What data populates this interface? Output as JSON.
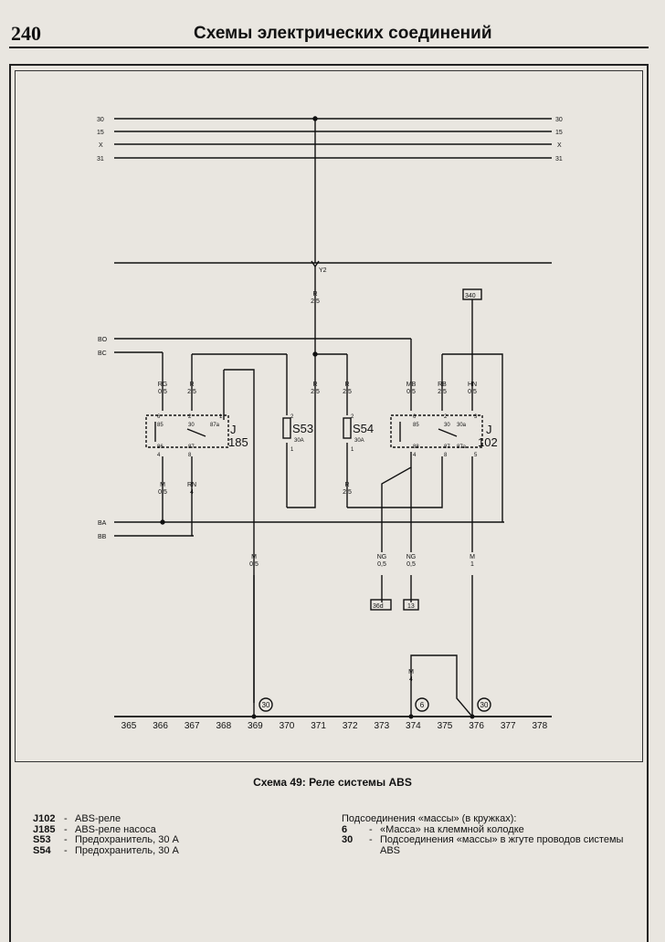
{
  "header": {
    "page_number": "240",
    "title": "Схемы электрических соединений"
  },
  "diagram": {
    "rails": [
      {
        "left": "30",
        "right": "30"
      },
      {
        "left": "15",
        "right": "15"
      },
      {
        "left": "X",
        "right": "X"
      },
      {
        "left": "31",
        "right": "31"
      }
    ],
    "left_labels": [
      "BO",
      "BC",
      "BA",
      "BB"
    ],
    "junction_label": "Y2",
    "ref_boxes": [
      "340",
      "36d",
      "13"
    ],
    "wires": [
      {
        "c": "R",
        "s": "2,5"
      },
      {
        "c": "RG",
        "s": "0,5"
      },
      {
        "c": "R",
        "s": "2,5"
      },
      {
        "c": "R",
        "s": "2,5"
      },
      {
        "c": "R",
        "s": "2,5"
      },
      {
        "c": "MB",
        "s": "0,5"
      },
      {
        "c": "RB",
        "s": "2,5"
      },
      {
        "c": "HN",
        "s": "0,5"
      },
      {
        "c": "M",
        "s": "0,5"
      },
      {
        "c": "RN",
        "s": "4"
      },
      {
        "c": "R",
        "s": "2,5"
      },
      {
        "c": "M",
        "s": "0,5"
      },
      {
        "c": "NG",
        "s": "0,5"
      },
      {
        "c": "NG",
        "s": "0,5"
      },
      {
        "c": "M",
        "s": "1"
      },
      {
        "c": "M",
        "s": "4"
      }
    ],
    "pins": [
      "6",
      "85",
      "86",
      "4",
      "2",
      "30",
      "87",
      "8",
      "1",
      "87a",
      "2",
      "1",
      "2",
      "1",
      "6",
      "85",
      "88",
      "4",
      "2",
      "30",
      "30a",
      "87",
      "87a",
      "8",
      "3",
      "5"
    ],
    "relay_j185": {
      "letter": "J",
      "number": "185"
    },
    "relay_j102": {
      "letter": "J",
      "number": "102"
    },
    "fuse_s53": {
      "name": "S53",
      "rating": "30A"
    },
    "fuse_s54": {
      "name": "S54",
      "rating": "30A"
    },
    "ground_markers": [
      "30",
      "6",
      "30"
    ],
    "numbers": [
      "365",
      "366",
      "367",
      "368",
      "369",
      "370",
      "371",
      "372",
      "373",
      "374",
      "375",
      "376",
      "377",
      "378"
    ]
  },
  "caption": "Схема 49: Реле системы ABS",
  "legend_left": [
    {
      "code": "J102",
      "dash": "-",
      "text": "ABS-реле"
    },
    {
      "code": "J185",
      "dash": "-",
      "text": "ABS-реле насоса"
    },
    {
      "code": "S53",
      "dash": "-",
      "text": "Предохранитель, 30 А"
    },
    {
      "code": "S54",
      "dash": "-",
      "text": "Предохранитель, 30 А"
    }
  ],
  "legend_right": {
    "title": "Подсоединения «массы» (в кружках):",
    "items": [
      {
        "code": "6",
        "dash": "-",
        "text": "«Масса» на клеммной колодке"
      },
      {
        "code": "30",
        "dash": "-",
        "text": "Подсоединения «массы» в жгуте проводов системы ABS"
      }
    ]
  }
}
